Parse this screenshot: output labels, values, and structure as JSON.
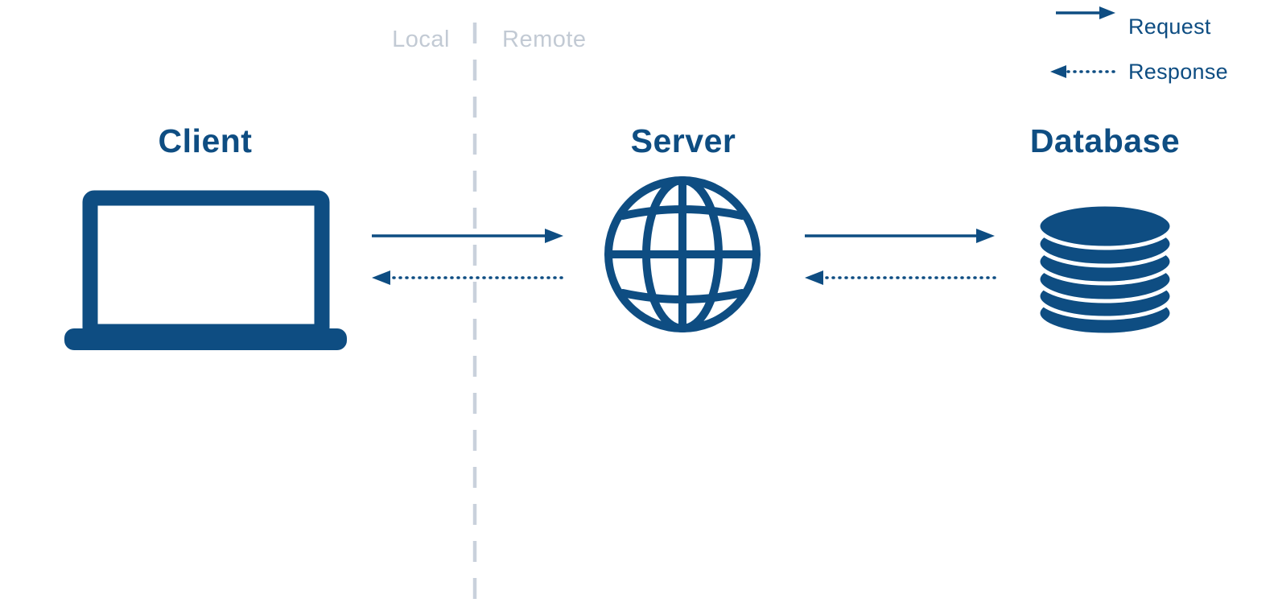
{
  "colors": {
    "primary": "#0e4d82",
    "muted_gray": "#c2cad4",
    "background": "#ffffff"
  },
  "divider": {
    "left_label": "Local",
    "right_label": "Remote"
  },
  "legend": {
    "request_label": "Request",
    "response_label": "Response"
  },
  "nodes": [
    {
      "id": "client",
      "label": "Client",
      "icon": "laptop-icon"
    },
    {
      "id": "server",
      "label": "Server",
      "icon": "globe-icon"
    },
    {
      "id": "database",
      "label": "Database",
      "icon": "database-icon"
    }
  ],
  "connections": [
    {
      "from": "client",
      "to": "server",
      "type": "request",
      "style": "solid"
    },
    {
      "from": "server",
      "to": "client",
      "type": "response",
      "style": "dotted"
    },
    {
      "from": "server",
      "to": "database",
      "type": "request",
      "style": "solid"
    },
    {
      "from": "database",
      "to": "server",
      "type": "response",
      "style": "dotted"
    }
  ]
}
